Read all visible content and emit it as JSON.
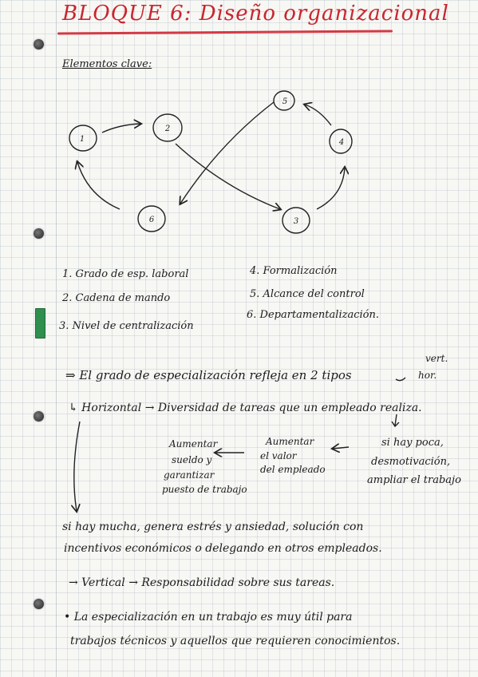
{
  "title": "BLOQUE 6: Diseño organizacional",
  "subtitle": "Elementos clave:",
  "diagram": {
    "nodes": [
      "1",
      "2",
      "3",
      "4",
      "5",
      "6"
    ]
  },
  "list": {
    "col1": [
      "1. Grado de esp. laboral",
      "2. Cadena de mando",
      "3. Nivel de centralización"
    ],
    "col2": [
      "4. Formalización",
      "5. Alcance del control",
      "6. Departamentalización."
    ]
  },
  "body": {
    "intro": "⇒ El grado de especialización refleja en 2 tipos",
    "type_vert": "vert.",
    "type_hor": "hor.",
    "horizontal": "↳ Horizontal → Diversidad de tareas que un empleado realiza.",
    "box_left": [
      "Aumentar",
      "sueldo y",
      "garantizar",
      "puesto de trabajo"
    ],
    "box_mid": [
      "Aumentar",
      "el valor",
      "del empleado"
    ],
    "box_right": [
      "si hay poca,",
      "desmotivación,",
      "ampliar el trabajo"
    ],
    "mucha1": "si hay mucha, genera estrés y ansiedad, solución con",
    "mucha2": "incentivos económicos o delegando en otros empleados.",
    "vertical": "→ Vertical → Responsabilidad sobre sus tareas.",
    "bullet1": "• La especialización en un trabajo es muy útil para",
    "bullet2": "trabajos técnicos y aquellos que requieren conocimientos."
  },
  "colors": {
    "title": "#c8262f",
    "ink": "#1c1c1c",
    "badge": "#2f8f4e"
  }
}
